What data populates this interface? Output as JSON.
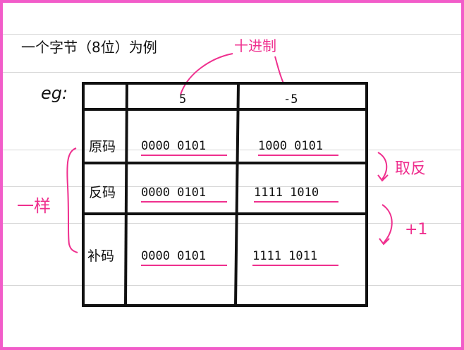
{
  "title": "一个字节（8位）为例",
  "eg_label": "eg:",
  "annotation_top": "十进制",
  "annotation_invert": "取反",
  "annotation_plus_one": "+1",
  "annotation_same": "一样",
  "table": {
    "headers": [
      "",
      "5",
      "-5"
    ],
    "rows": [
      {
        "label": "原码",
        "pos": "0000 0101",
        "neg": "1000 0101"
      },
      {
        "label": "反码",
        "pos": "0000 0101",
        "neg": "1111 1010"
      },
      {
        "label": "补码",
        "pos": "0000 0101",
        "neg": "1111 1011"
      }
    ]
  },
  "colors": {
    "border": "#f25cc9",
    "ink": "#111111",
    "accent": "#ef2f8e",
    "rule": "#d6d6d6"
  }
}
